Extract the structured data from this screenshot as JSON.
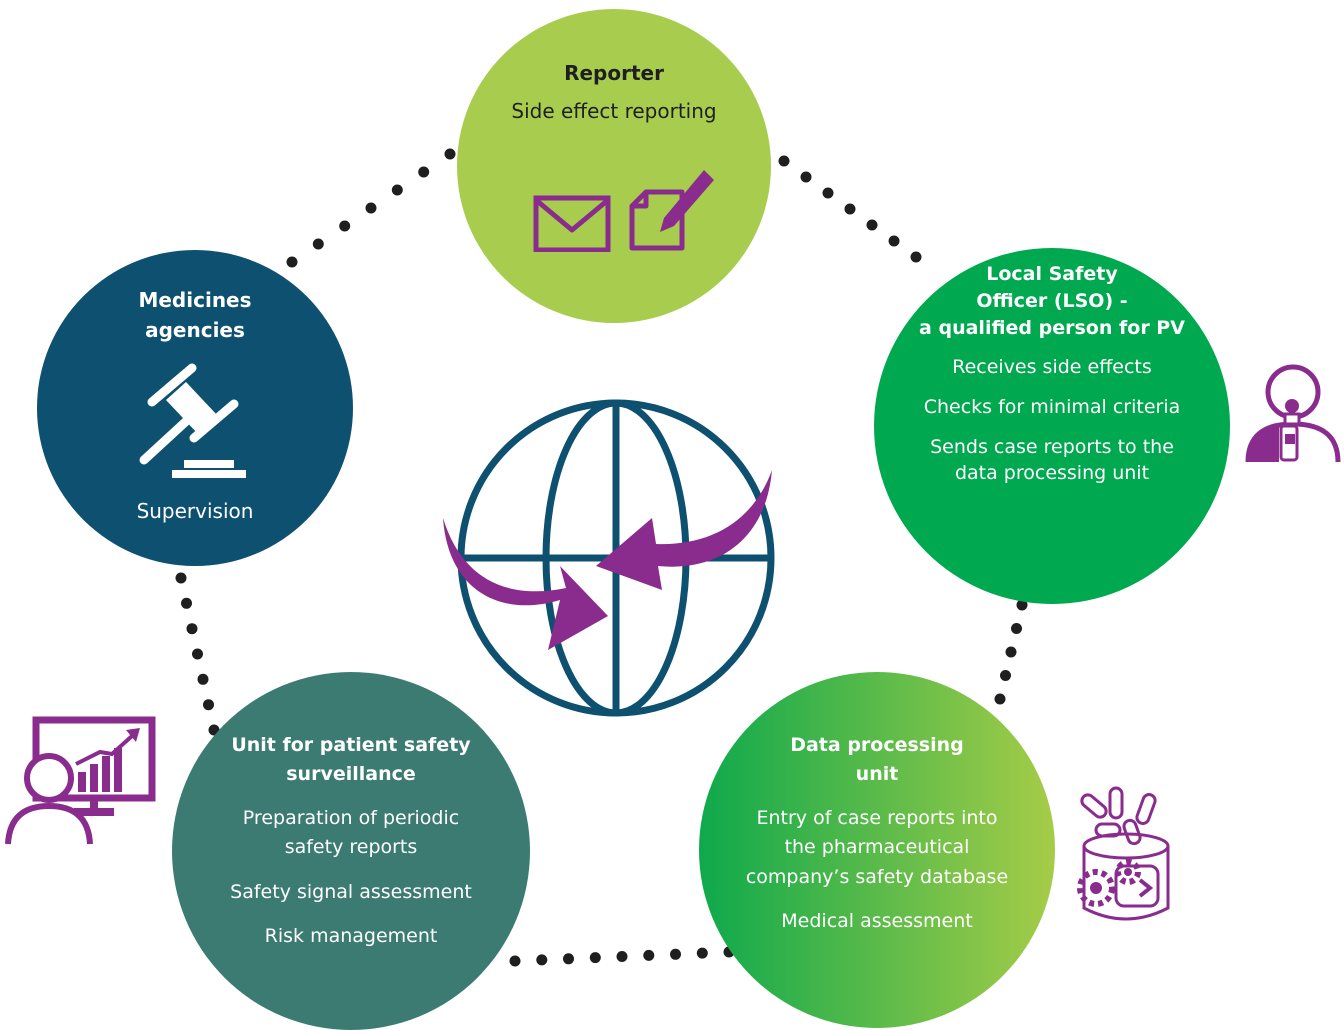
{
  "colors": {
    "reporter": "#a8cd4e",
    "lso": "#00a84f",
    "agencies": "#0d5070",
    "surveillance": "#3b7b71",
    "data_processing_start": "#0ea94c",
    "data_processing_end": "#a6cc48",
    "accent_purple": "#8a2c8e",
    "globe": "#0d5070",
    "dots": "#1f1f1f"
  },
  "reporter": {
    "title": "Reporter",
    "subtitle": "Side effect reporting"
  },
  "lso": {
    "title_lines": [
      "Local Safety",
      "Officer (LSO) -",
      "a qualified person for PV"
    ],
    "items": [
      "Receives side effects",
      "Checks for minimal criteria",
      "Sends case reports to the",
      "data processing unit"
    ]
  },
  "agencies": {
    "title_lines": [
      "Medicines",
      "agencies"
    ],
    "subtitle": "Supervision"
  },
  "surveillance": {
    "title_lines": [
      "Unit for patient safety",
      "surveillance"
    ],
    "items": [
      "Preparation of periodic",
      "safety reports",
      "Safety signal assessment",
      "Risk management"
    ]
  },
  "data_processing": {
    "title_lines": [
      "Data processing",
      "unit"
    ],
    "items": [
      "Entry of case reports into",
      "the pharmaceutical",
      "company’s safety database",
      "Medical assessment"
    ]
  },
  "icons": {
    "reporter_envelope": "envelope-icon",
    "reporter_form": "edit-form-icon",
    "agencies": "gavel-icon",
    "lso": "person-with-badge-icon",
    "surveillance": "analyst-monitor-icon",
    "data_processing": "database-pills-icon",
    "center": "globe-arrows-icon"
  }
}
